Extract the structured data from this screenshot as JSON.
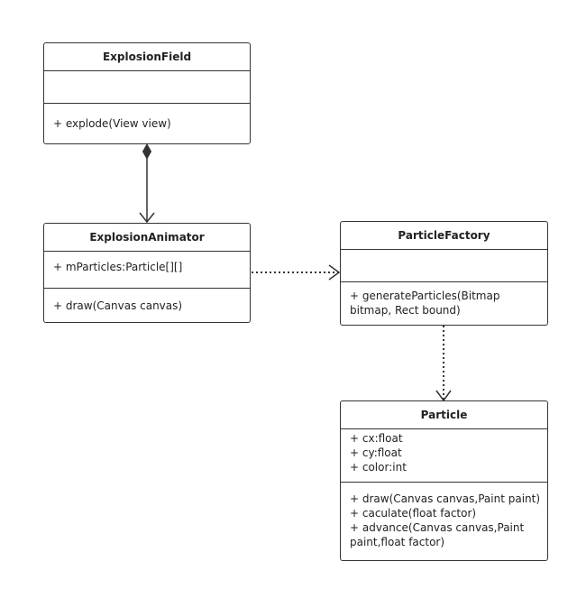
{
  "classes": {
    "explosion_field": {
      "name": "ExplosionField",
      "attributes": [],
      "methods": [
        "+ explode(View view)"
      ]
    },
    "explosion_animator": {
      "name": "ExplosionAnimator",
      "attributes": [
        "+ mParticles:Particle[][]"
      ],
      "methods": [
        "+ draw(Canvas canvas)"
      ]
    },
    "particle_factory": {
      "name": "ParticleFactory",
      "attributes": [],
      "methods": [
        "+ generateParticles(Bitmap bitmap, Rect bound)"
      ]
    },
    "particle": {
      "name": "Particle",
      "attributes": [
        "+ cx:float",
        "+ cy:float",
        "+ color:int"
      ],
      "methods": [
        "+ draw(Canvas canvas,Paint paint)",
        "+ caculate(float factor)",
        "+ advance(Canvas canvas,Paint paint,float factor)"
      ]
    }
  },
  "relations": [
    {
      "from": "ExplosionField",
      "to": "ExplosionAnimator",
      "kind": "composition"
    },
    {
      "from": "ExplosionAnimator",
      "to": "ParticleFactory",
      "kind": "dependency"
    },
    {
      "from": "ParticleFactory",
      "to": "Particle",
      "kind": "dependency"
    }
  ],
  "colors": {
    "border": "#333333",
    "text": "#222222",
    "background": "#ffffff"
  }
}
